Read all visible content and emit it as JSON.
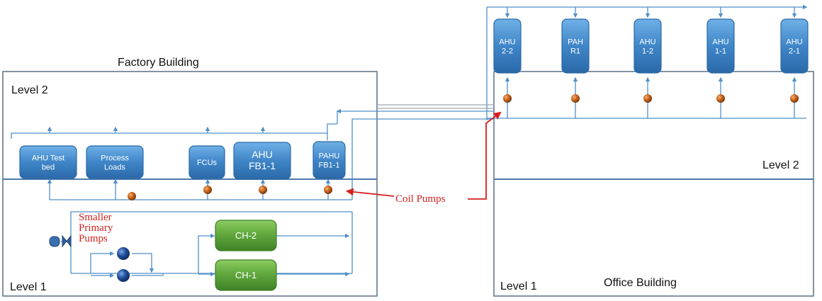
{
  "factory": {
    "title": "Factory Building",
    "level2": "Level 2",
    "level1": "Level 1",
    "units": [
      {
        "id": "ahu-test-bed",
        "lines": [
          "AHU Test",
          "bed"
        ]
      },
      {
        "id": "process-loads",
        "lines": [
          "Process",
          "Loads"
        ]
      },
      {
        "id": "fcus",
        "lines": [
          "FCUs"
        ]
      },
      {
        "id": "ahu-fb1-1",
        "lines": [
          "AHU",
          "FB1-1"
        ]
      },
      {
        "id": "pahu-fb1-1",
        "lines": [
          "PAHU",
          "FB1-1"
        ]
      }
    ],
    "chillers": [
      "CH-2",
      "CH-1"
    ],
    "primary_pumps_label": [
      "Smaller",
      "Primary",
      "Pumps"
    ]
  },
  "office": {
    "title": "Office Building",
    "level2": "Level 2",
    "level1": "Level 1",
    "units": [
      {
        "id": "ahu-2-2",
        "lines": [
          "AHU",
          "2-2"
        ]
      },
      {
        "id": "pah-r1",
        "lines": [
          "PAH",
          "R1"
        ]
      },
      {
        "id": "ahu-1-2",
        "lines": [
          "AHU",
          "1-2"
        ]
      },
      {
        "id": "ahu-1-1",
        "lines": [
          "AHU",
          "1-1"
        ]
      },
      {
        "id": "ahu-2-1",
        "lines": [
          "AHU",
          "2-1"
        ]
      }
    ]
  },
  "annotation": {
    "coil_pumps": "Coil Pumps",
    "color": "#d42020"
  },
  "colors": {
    "unit_fill": "#3f86c8",
    "chiller_fill": "#5ea53c",
    "pipe": "#4f8fc8",
    "pump_orange": "#c8641c",
    "pump_blue": "#1f4f9a"
  }
}
